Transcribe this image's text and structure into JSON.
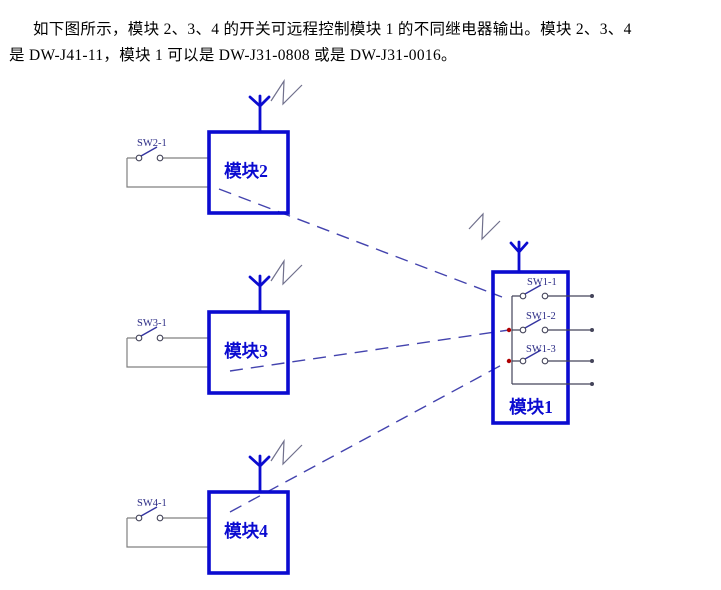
{
  "description": {
    "line1": "如下图所示，模块 2、3、4 的开关可远程控制模块 1 的不同继电器输出。模块 2、3、4",
    "line2": "是 DW-J41-11，模块 1 可以是 DW-J31-0808 或是 DW-J31-0016。"
  },
  "modules": {
    "module2": {
      "label": "模块2",
      "switch": "SW2-1"
    },
    "module3": {
      "label": "模块3",
      "switch": "SW3-1"
    },
    "module4": {
      "label": "模块4",
      "switch": "SW4-1"
    },
    "module1": {
      "label": "模块1",
      "switches": [
        "SW1-1",
        "SW1-2",
        "SW1-3"
      ]
    }
  },
  "colors": {
    "text": "#000000",
    "module_outline": "#0b0bd0",
    "module_label": "#0b0bd0",
    "wire_gray": "#808080",
    "wire_dark": "#44445a",
    "switch_blade": "#3333a0",
    "switch_label": "#2d2d86",
    "dashed_link": "#4343ae",
    "wave_symbol": "#70708c",
    "junction_dot": "#b00000"
  }
}
